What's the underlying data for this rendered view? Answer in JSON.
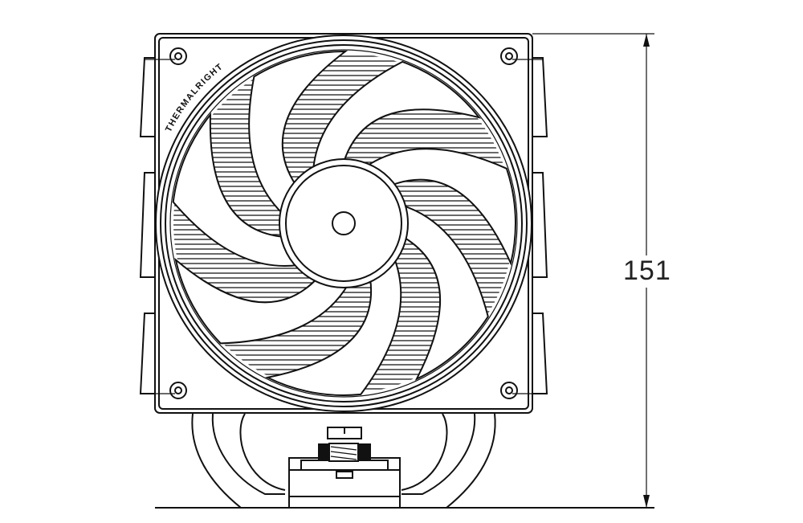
{
  "drawing": {
    "logo_text": "THERMALRIGHT",
    "dimension_label": "151",
    "fan_blade_count": 7
  }
}
